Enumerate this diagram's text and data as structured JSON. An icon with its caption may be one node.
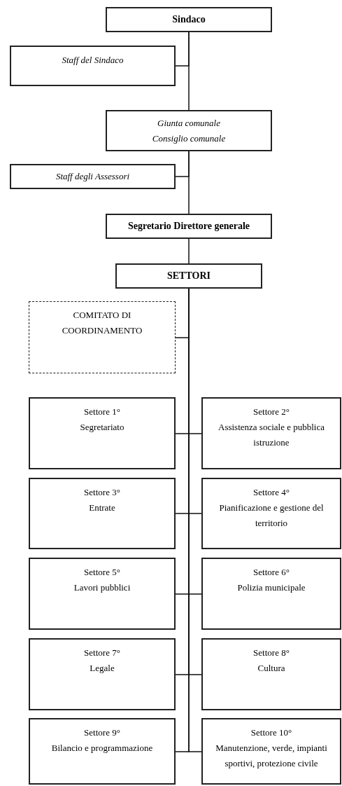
{
  "diagram": {
    "nodes": [
      {
        "text": [
          "Sindaco"
        ]
      },
      {
        "text": [
          "Staff del Sindaco"
        ]
      },
      {
        "text": [
          "Giunta comunale",
          "Consiglio comunale"
        ]
      },
      {
        "text": [
          "Staff degli Assessori"
        ]
      },
      {
        "text": [
          "Segretario Direttore generale"
        ]
      },
      {
        "text": [
          "SETTORI"
        ]
      },
      {
        "text": [
          "COMITATO DI COORDINAMENTO"
        ]
      },
      {
        "text": [
          "Settore 1°",
          "Segretariato"
        ]
      },
      {
        "text": [
          "Settore 2°",
          "Assistenza sociale e pubblica istruzione"
        ]
      },
      {
        "text": [
          "Settore 3°",
          "Entrate"
        ]
      },
      {
        "text": [
          "Settore 4°",
          "Pianificazione e gestione del territorio"
        ]
      },
      {
        "text": [
          "Settore 5°",
          "Lavori pubblici"
        ]
      },
      {
        "text": [
          "Settore 6°",
          "Polizia municipale"
        ]
      },
      {
        "text": [
          "Settore 7°",
          "Legale"
        ]
      },
      {
        "text": [
          "Settore 8°",
          "Cultura"
        ]
      },
      {
        "text": [
          "Settore 9°",
          "Bilancio e programmazione"
        ]
      },
      {
        "text": [
          "Settore 10°",
          "Manutenzione, verde, impianti sportivi, protezione civile"
        ]
      }
    ],
    "edges": [
      {
        "from": 0,
        "to": 1,
        "arrow": "none"
      },
      {
        "from": 0,
        "to": 2,
        "arrow": "none"
      },
      {
        "from": 2,
        "to": 3,
        "arrow": "none"
      },
      {
        "from": 2,
        "to": 4,
        "arrow": "none"
      },
      {
        "from": 4,
        "to": 5,
        "arrow": "none"
      },
      {
        "from": 5,
        "to": 6,
        "arrow": "none"
      },
      {
        "from": 5,
        "to": 7,
        "arrow": "none"
      },
      {
        "from": 5,
        "to": 8,
        "arrow": "none"
      },
      {
        "from": 5,
        "to": 9,
        "arrow": "none"
      },
      {
        "from": 5,
        "to": 10,
        "arrow": "none"
      },
      {
        "from": 5,
        "to": 11,
        "arrow": "none"
      },
      {
        "from": 5,
        "to": 12,
        "arrow": "none"
      },
      {
        "from": 5,
        "to": 13,
        "arrow": "none"
      },
      {
        "from": 5,
        "to": 14,
        "arrow": "none"
      },
      {
        "from": 5,
        "to": 15,
        "arrow": "none"
      },
      {
        "from": 5,
        "to": 16,
        "arrow": "none"
      }
    ]
  }
}
